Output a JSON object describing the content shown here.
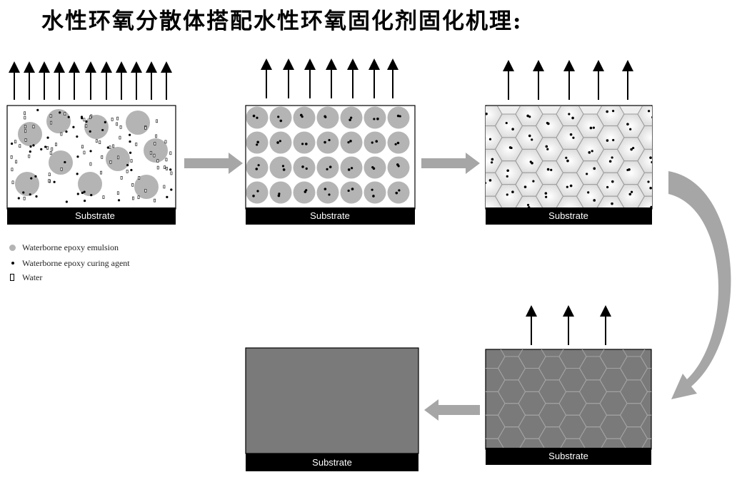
{
  "title": "水性环氧分散体搭配水性环氧固化剂固化机理:",
  "panels": {
    "substrate_label": "Substrate"
  },
  "legend": {
    "items": [
      {
        "label": "Waterborne epoxy emulsion",
        "icon": "gray-circle"
      },
      {
        "label": "Waterborne epoxy curing agent",
        "icon": "black-dot"
      },
      {
        "label": "Water",
        "icon": "water-rectangle"
      }
    ]
  },
  "colors": {
    "particle": "#b4b4b4",
    "film": "#7a7a7a",
    "substrate": "#000000",
    "process_arrow": "#a6a6a6"
  }
}
